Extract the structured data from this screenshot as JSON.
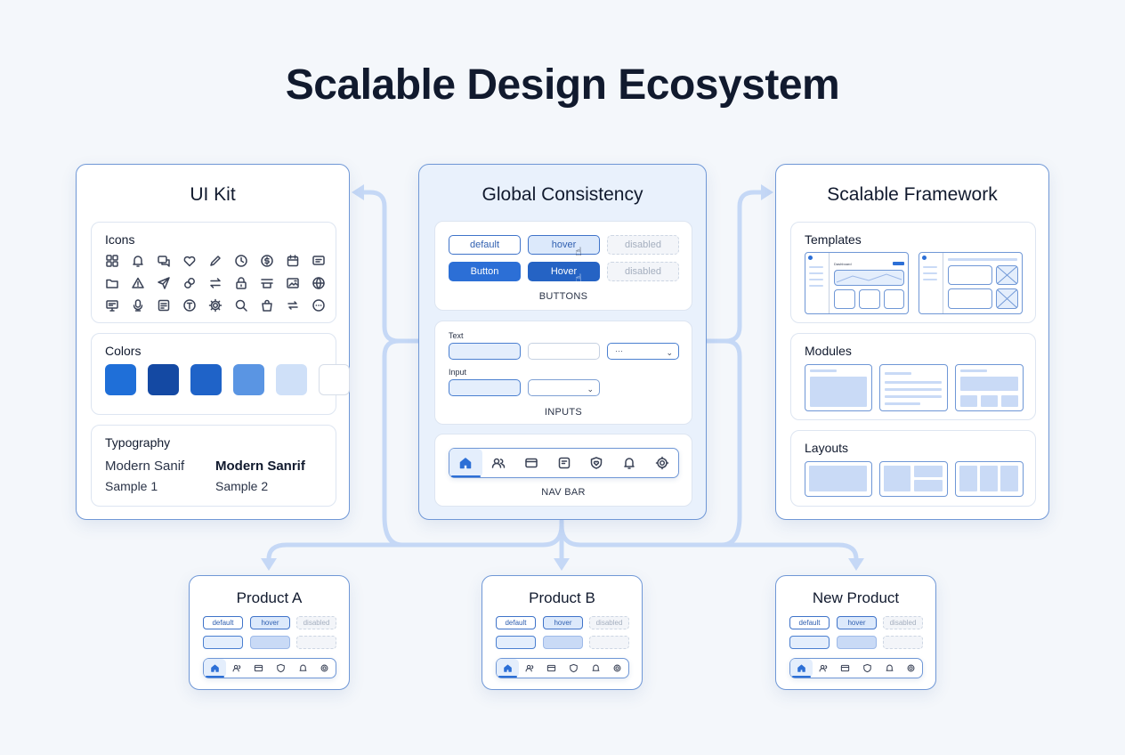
{
  "title": "Scalable Design Ecosystem",
  "colors": {
    "accent": "#2c6fd6",
    "border": "#6f97d6",
    "connector": "#c5d8f6",
    "background": "#f4f7fb"
  },
  "ui_kit": {
    "title": "UI Kit",
    "icons": {
      "title": "Icons",
      "items": [
        "grid-icon",
        "bell-icon",
        "chat-icon",
        "heart-icon",
        "pencil-icon",
        "clock-icon",
        "dollar-icon",
        "calendar-icon",
        "message-icon",
        "folder-icon",
        "warning-icon",
        "send-icon",
        "link-icon",
        "swap-icon",
        "lock-icon",
        "stack-icon",
        "image-icon",
        "globe-icon",
        "monitor-icon",
        "mic-icon",
        "note-icon",
        "info-icon",
        "gear-icon",
        "search-icon",
        "bag-icon",
        "repeat-icon",
        "more-icon"
      ]
    },
    "colors": {
      "title": "Colors",
      "swatches": [
        "#1f6fd8",
        "#1449a3",
        "#1f63c8",
        "#5a95e3",
        "#cfe0f8",
        "#ffffff"
      ]
    },
    "typography": {
      "title": "Typography",
      "regular_name": "Modern Sanif",
      "regular_sample": "Sample 1",
      "bold_name": "Modern Sanrif",
      "bold_sample": "Sample 2"
    }
  },
  "global": {
    "title": "Global Consistency",
    "buttons": {
      "default": "default",
      "hover": "hover",
      "disabled": "disabled",
      "button": "Button",
      "hover_solid": "Hover",
      "disabled_solid": "disabled",
      "caption": "BUTTONS"
    },
    "inputs": {
      "text_label": "Text",
      "input_label": "Input",
      "select_value": "···",
      "caption": "INPUTS"
    },
    "navbar": {
      "icons": [
        "home-icon",
        "users-icon",
        "card-icon",
        "chat-icon",
        "shield-icon",
        "bell-icon",
        "gear-icon"
      ],
      "caption": "NAV BAR"
    }
  },
  "framework": {
    "title": "Scalable Framework",
    "templates_title": "Templates",
    "template_header": "Dashboard",
    "modules_title": "Modules",
    "layouts_title": "Layouts"
  },
  "products": [
    {
      "title": "Product A",
      "default": "default",
      "hover": "hover",
      "disabled": "disabled"
    },
    {
      "title": "Product B",
      "default": "default",
      "hover": "hover",
      "disabled": "disabled"
    },
    {
      "title": "New Product",
      "default": "default",
      "hover": "hover",
      "disabled": "disabled"
    }
  ]
}
